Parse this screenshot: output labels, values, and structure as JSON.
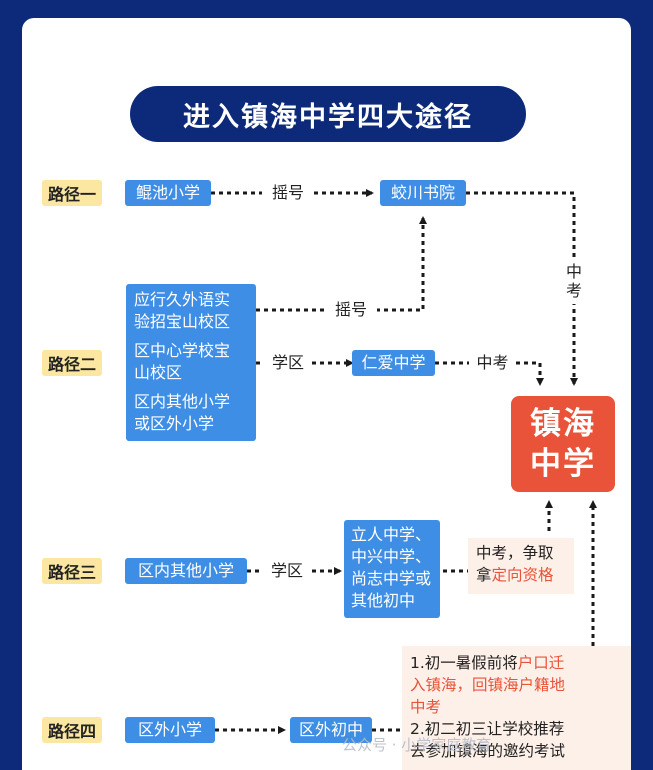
{
  "title": "进入镇海中学四大途径",
  "final": {
    "line1": "镇海",
    "line2": "中学"
  },
  "path1": {
    "label": "路径一",
    "start": "鲲池小学",
    "method": "摇号",
    "mid": "蛟川书院",
    "to_final": [
      "中",
      "考"
    ]
  },
  "path2": {
    "label": "路径二",
    "schools": [
      "应行久外语实",
      "验招宝山校区",
      "区中心学校宝",
      "山校区",
      "区内其他小学",
      "或区外小学"
    ],
    "method_up": "摇号",
    "method": "学区",
    "mid": "仁爱中学",
    "to_final": "中考"
  },
  "path3": {
    "label": "路径三",
    "start": "区内其他小学",
    "method": "学区",
    "mid": [
      "立人中学、",
      "中兴中学、",
      "尚志中学或",
      "其他初中"
    ],
    "note_line1": "中考，争取",
    "note_prefix": "拿",
    "note_highlight": "定向资格"
  },
  "path4": {
    "label": "路径四",
    "start": "区外小学",
    "mid": "区外初中",
    "note1_plain": "1.初一暑假前将",
    "note1_hl1": "户口迁",
    "note1_hl2": "入镇海，回镇海户籍地",
    "note1_hl3": "中考",
    "note2_line1": "2.初二初三让学校推荐",
    "note2_line2": "去参加镇海的邀约考试"
  },
  "watermark": "公众号 · 小学家庭教育"
}
